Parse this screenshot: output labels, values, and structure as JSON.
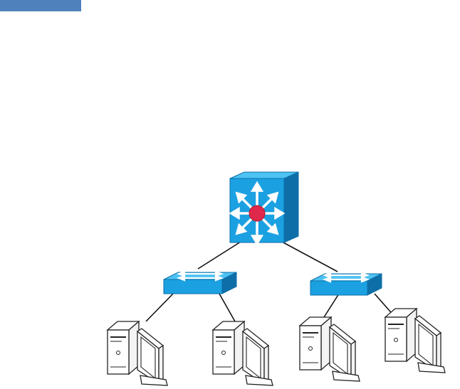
{
  "colors": {
    "top_bar": "#4f81bd",
    "device_blue": "#1ba1e2",
    "device_blue_dark": "#0e6ea8",
    "device_blue_light": "#4cc3f2",
    "router_core": "#e0294a",
    "link": "#111111",
    "pc_fill": "#ffffff",
    "pc_stroke": "#222222"
  },
  "diagram": {
    "core_device": {
      "type": "layer3-switch"
    },
    "access_switches": [
      {
        "type": "workgroup-switch"
      },
      {
        "type": "workgroup-switch"
      }
    ],
    "workstations": [
      {
        "type": "workstation",
        "connected_to": 0
      },
      {
        "type": "workstation",
        "connected_to": 0
      },
      {
        "type": "workstation",
        "connected_to": 1
      },
      {
        "type": "workstation",
        "connected_to": 1
      }
    ]
  }
}
